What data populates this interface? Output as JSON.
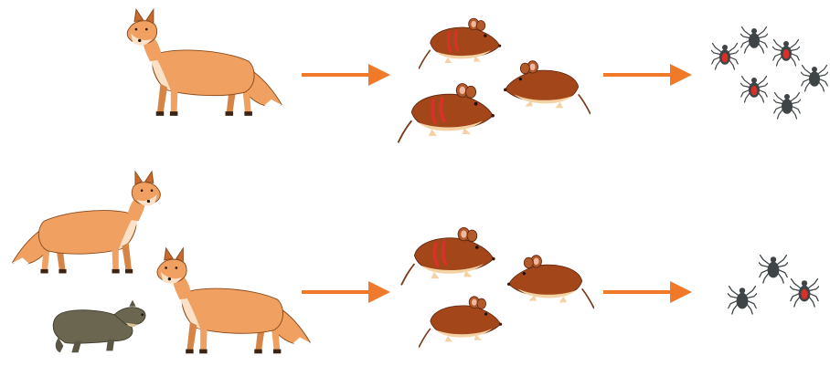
{
  "rows": [
    {
      "predators": [
        {
          "kind": "fox",
          "icon": "red-fox-icon"
        }
      ],
      "rodents": [
        {
          "kind": "mouse",
          "icon": "mouse-icon",
          "infected": true
        },
        {
          "kind": "mouse",
          "icon": "mouse-icon",
          "infected": true
        },
        {
          "kind": "mouse",
          "icon": "mouse-icon",
          "infected": false
        }
      ],
      "ticks": {
        "total": 6,
        "infected": 3
      }
    },
    {
      "predators": [
        {
          "kind": "fox",
          "icon": "red-fox-icon"
        },
        {
          "kind": "fox",
          "icon": "red-fox-icon"
        },
        {
          "kind": "marten",
          "icon": "pine-marten-icon"
        }
      ],
      "rodents": [
        {
          "kind": "mouse",
          "icon": "mouse-icon",
          "infected": true
        },
        {
          "kind": "mouse",
          "icon": "mouse-icon",
          "infected": false
        },
        {
          "kind": "mouse",
          "icon": "mouse-icon",
          "infected": false
        }
      ],
      "ticks": {
        "total": 3,
        "infected": 1
      }
    }
  ],
  "colors": {
    "arrow": "#f07a2a",
    "fox": "#f0a060",
    "fox_light": "#fbe1c8",
    "fox_dark": "#b8672e",
    "marten": "#6b6650",
    "mouse": "#a3471b",
    "mouse_belly": "#f4d2a4",
    "infection": "#d8312a",
    "tick": "#3f4447"
  }
}
